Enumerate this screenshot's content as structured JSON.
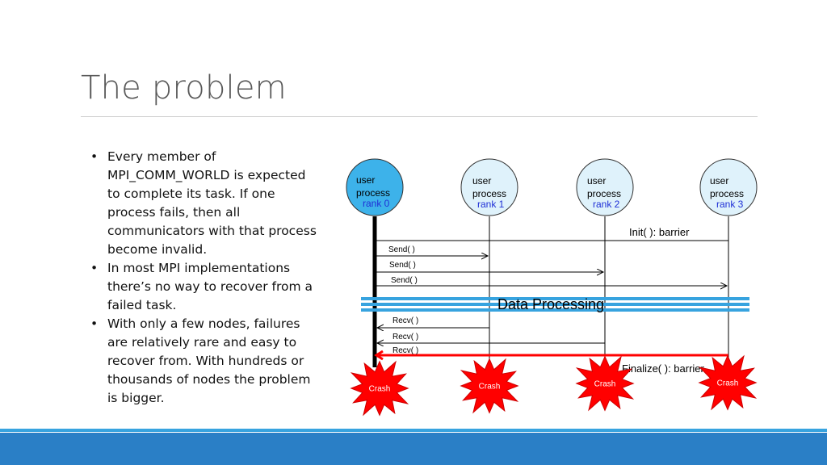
{
  "slide": {
    "title": "The problem",
    "bullets": [
      "Every member of MPI_COMM_WORLD is expected to complete its task. If one process fails, then all communicators with that process become invalid.",
      "In most MPI implementations there’s no way to recover from a failed task.",
      "With only a few nodes, failures are relatively rare and easy to recover from. With hundreds or thousands of nodes the problem is bigger."
    ]
  },
  "diagram": {
    "processes": [
      {
        "line1": "user",
        "line2": "process",
        "rank": "rank 0"
      },
      {
        "line1": "user",
        "line2": "process",
        "rank": "rank 1"
      },
      {
        "line1": "user",
        "line2": "process",
        "rank": "rank 2"
      },
      {
        "line1": "user",
        "line2": "process",
        "rank": "rank 3"
      }
    ],
    "init_label": "Init( ): barrier",
    "data_processing_label": "Data Processing",
    "finalize_label": "Finalize( ): barrier",
    "send_labels": [
      "Send( )",
      "Send( )",
      "Send( )"
    ],
    "recv_labels": [
      "Recv( )",
      "Recv( )",
      "Recv( )"
    ],
    "crash_label": "Crash",
    "colors": {
      "rank0_fill": "#3db2ea",
      "process_fill": "#dff2fb",
      "rank_text": "#1f2fd6",
      "crash_red": "#ff0000",
      "band_blue": "#37a3df",
      "footer_blue": "#2a7fc6"
    }
  }
}
